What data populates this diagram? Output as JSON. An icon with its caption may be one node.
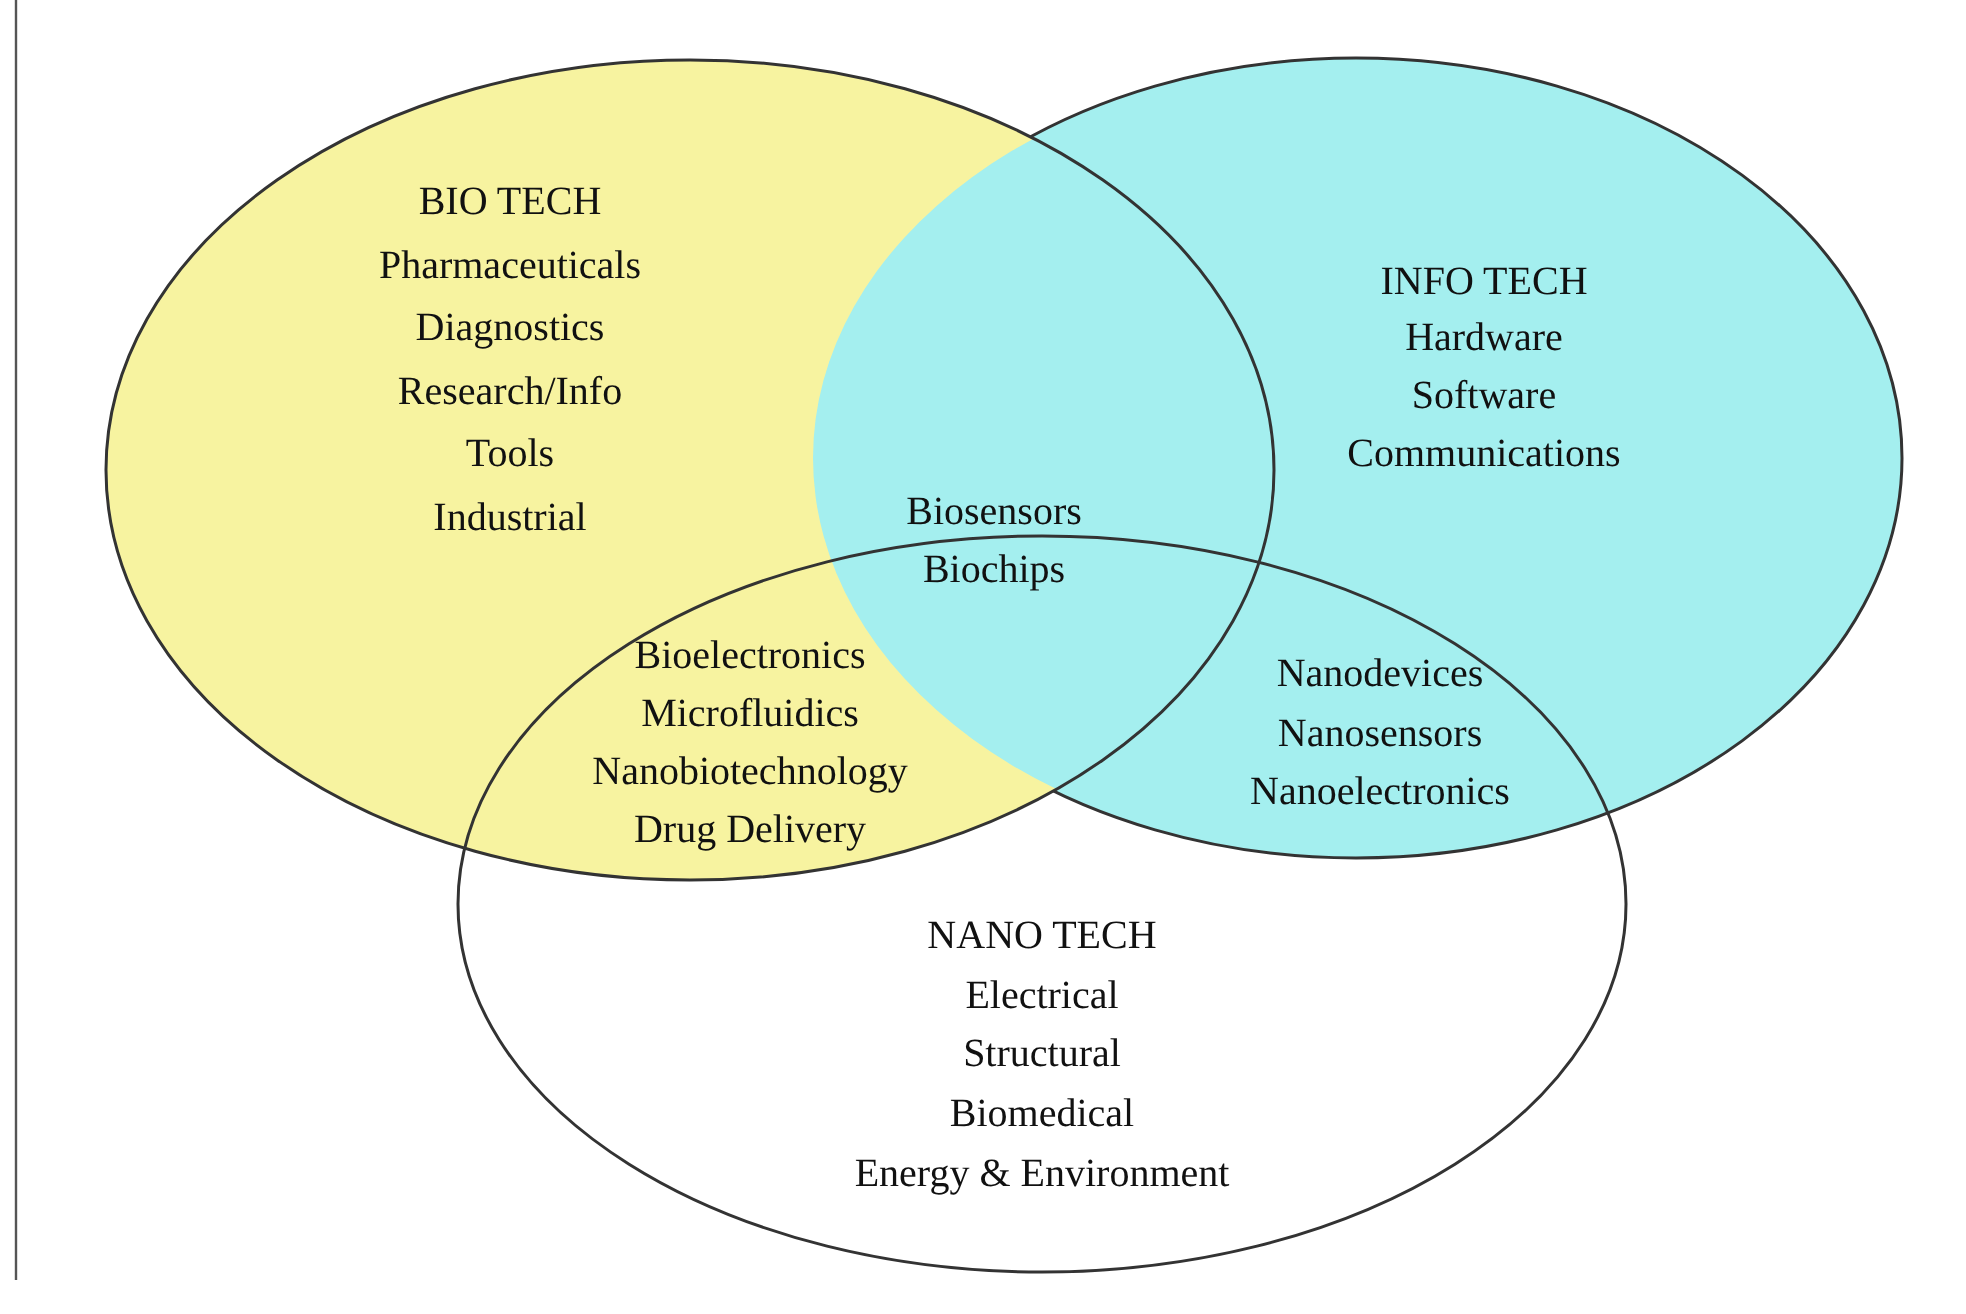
{
  "diagram": {
    "nodes": [
      {
        "text": [
          "BIO TECH",
          "Pharmaceuticals",
          "Diagnostics",
          "Research/Info",
          "Tools",
          "Industrial"
        ]
      },
      {
        "text": [
          "INFO TECH",
          "Hardware",
          "Software",
          "Communications"
        ]
      },
      {
        "text": [
          "NANO TECH",
          "Electrical",
          "Structural",
          "Biomedical",
          "Energy & Environment"
        ]
      }
    ],
    "edges": [],
    "labels": [
      "Biosensors",
      "Biochips",
      "Bioelectronics",
      "Microfluidics",
      "Nanobiotechnology",
      "Drug Delivery",
      "Nanodevices",
      "Nanosensors",
      "Nanoelectronics"
    ]
  }
}
